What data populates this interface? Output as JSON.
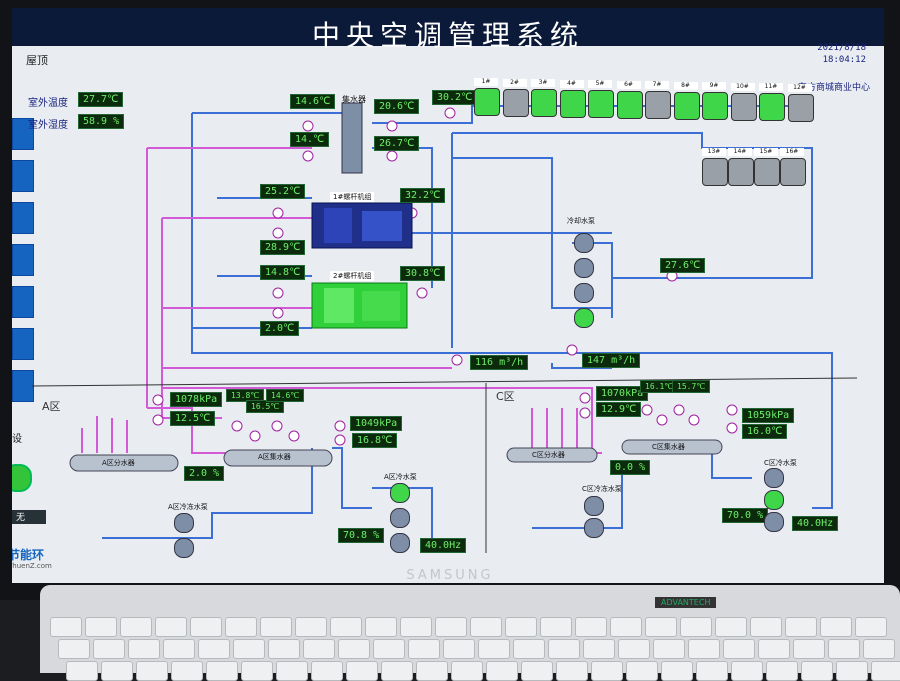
{
  "title": "中央空调管理系统",
  "datetime": {
    "date": "2021/8/18",
    "time": "18:04:12"
  },
  "org": "东方商城商业中心",
  "section_roof": "屋顶",
  "section_a": "A区",
  "section_c": "C区",
  "outdoor": {
    "temp_label": "室外温度",
    "temp": "27.7℃",
    "hum_label": "室外湿度",
    "hum": "58.9 %"
  },
  "roof": {
    "header_label": "集水器",
    "t1": "14.6℃",
    "t2": "20.6℃",
    "t3": "14.℃",
    "t4": "26.7℃",
    "t5": "30.2℃",
    "ch1_label": "1#螺杆机组",
    "ch1_in": "25.2℃",
    "ch1_out": "32.2℃",
    "ch1_ret": "28.9℃",
    "ch2_label": "2#螺杆机组",
    "ch2_in": "14.8℃",
    "ch2_out": "30.8℃",
    "ch2_ret": "2.0℃",
    "cooling_pumps_label": "冷却水泵",
    "return_temp": "27.6℃",
    "flow1": "116 m³/h",
    "flow2": "147 m³/h"
  },
  "towers_top": [
    "1#",
    "2#",
    "3#",
    "4#",
    "5#",
    "6#",
    "7#",
    "8#",
    "9#",
    "10#",
    "11#",
    "12#"
  ],
  "towers_bottom": [
    "13#",
    "14#",
    "15#",
    "16#"
  ],
  "towers_status_top": [
    true,
    false,
    true,
    true,
    true,
    true,
    false,
    true,
    true,
    false,
    true,
    false
  ],
  "colors": {
    "pipe_blue": "#3b6fd6",
    "pipe_pink": "#d25ad6",
    "run": "#3fd64a",
    "idle": "#9aa0a8"
  },
  "zone_a": {
    "pressure": "1078kPa",
    "temp": "12.5℃",
    "valve": "2.0 %",
    "dist_label": "A区分水器",
    "coll_label": "A区集水器",
    "sensor_vals": [
      "13.8℃",
      "16.5℃",
      "14.6℃"
    ],
    "right_pressure": "1049kPa",
    "right_temp": "16.8℃",
    "chw_pumps_label": "A区冷冻水泵",
    "cw_pumps_label": "A区冷水泵",
    "valve2": "70.8 %",
    "freq": "40.0Hz"
  },
  "zone_c": {
    "pressure": "1070kPa",
    "temp": "12.9℃",
    "valve": "0.0 %",
    "dist_label": "C区分水器",
    "coll_label": "C区集水器",
    "sensor_vals": [
      "16.1℃",
      "15.7℃"
    ],
    "right_pressure": "1059kPa",
    "right_temp": "16.0℃",
    "chw_pumps_label": "C区冷冻水泵",
    "cw_pumps_label": "C区冷水泵",
    "valve2": "70.0 %",
    "freq": "40.0Hz"
  },
  "left_stub": {
    "text1": "节能环",
    "text2": "ThuenZ.com",
    "btn": "无",
    "l2": "设"
  },
  "bezel_brand": "SAMSUNG",
  "keyboard_brand": "ADVANTECH"
}
